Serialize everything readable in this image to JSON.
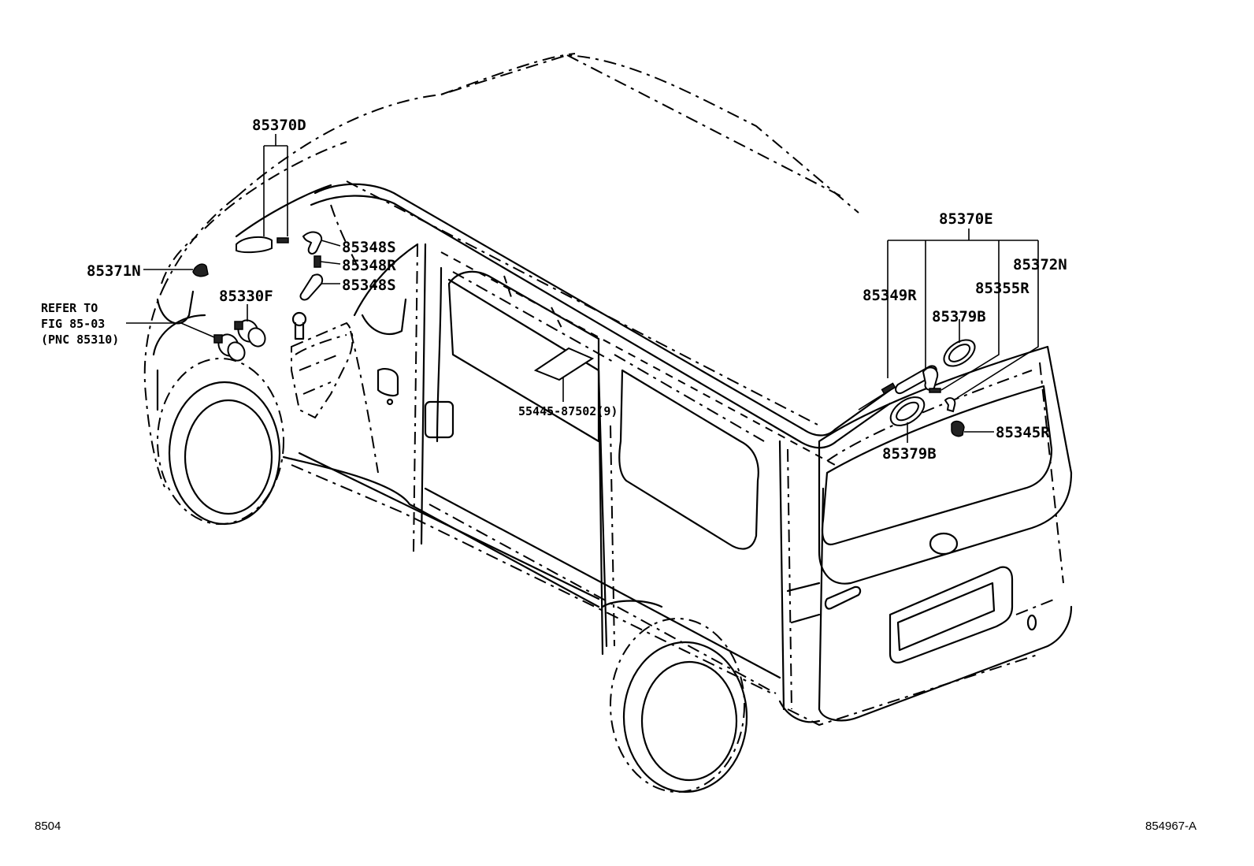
{
  "labels": {
    "p85370D": "85370D",
    "p85348S_a": "85348S",
    "p85348R": "85348R",
    "p85348S_b": "85348S",
    "p85371N": "85371N",
    "p85330F": "85330F",
    "refer_line1": "REFER TO",
    "refer_line2": "FIG 85-03",
    "refer_line3": "(PNC 85310)",
    "p55445": "55445-87502(9)",
    "p85370E": "85370E",
    "p85372N": "85372N",
    "p85349R": "85349R",
    "p85355R": "85355R",
    "p85379B_a": "85379B",
    "p85379B_b": "85379B",
    "p85345R": "85345R"
  },
  "footer": {
    "section": "8504",
    "figure_id": "854967-A"
  }
}
